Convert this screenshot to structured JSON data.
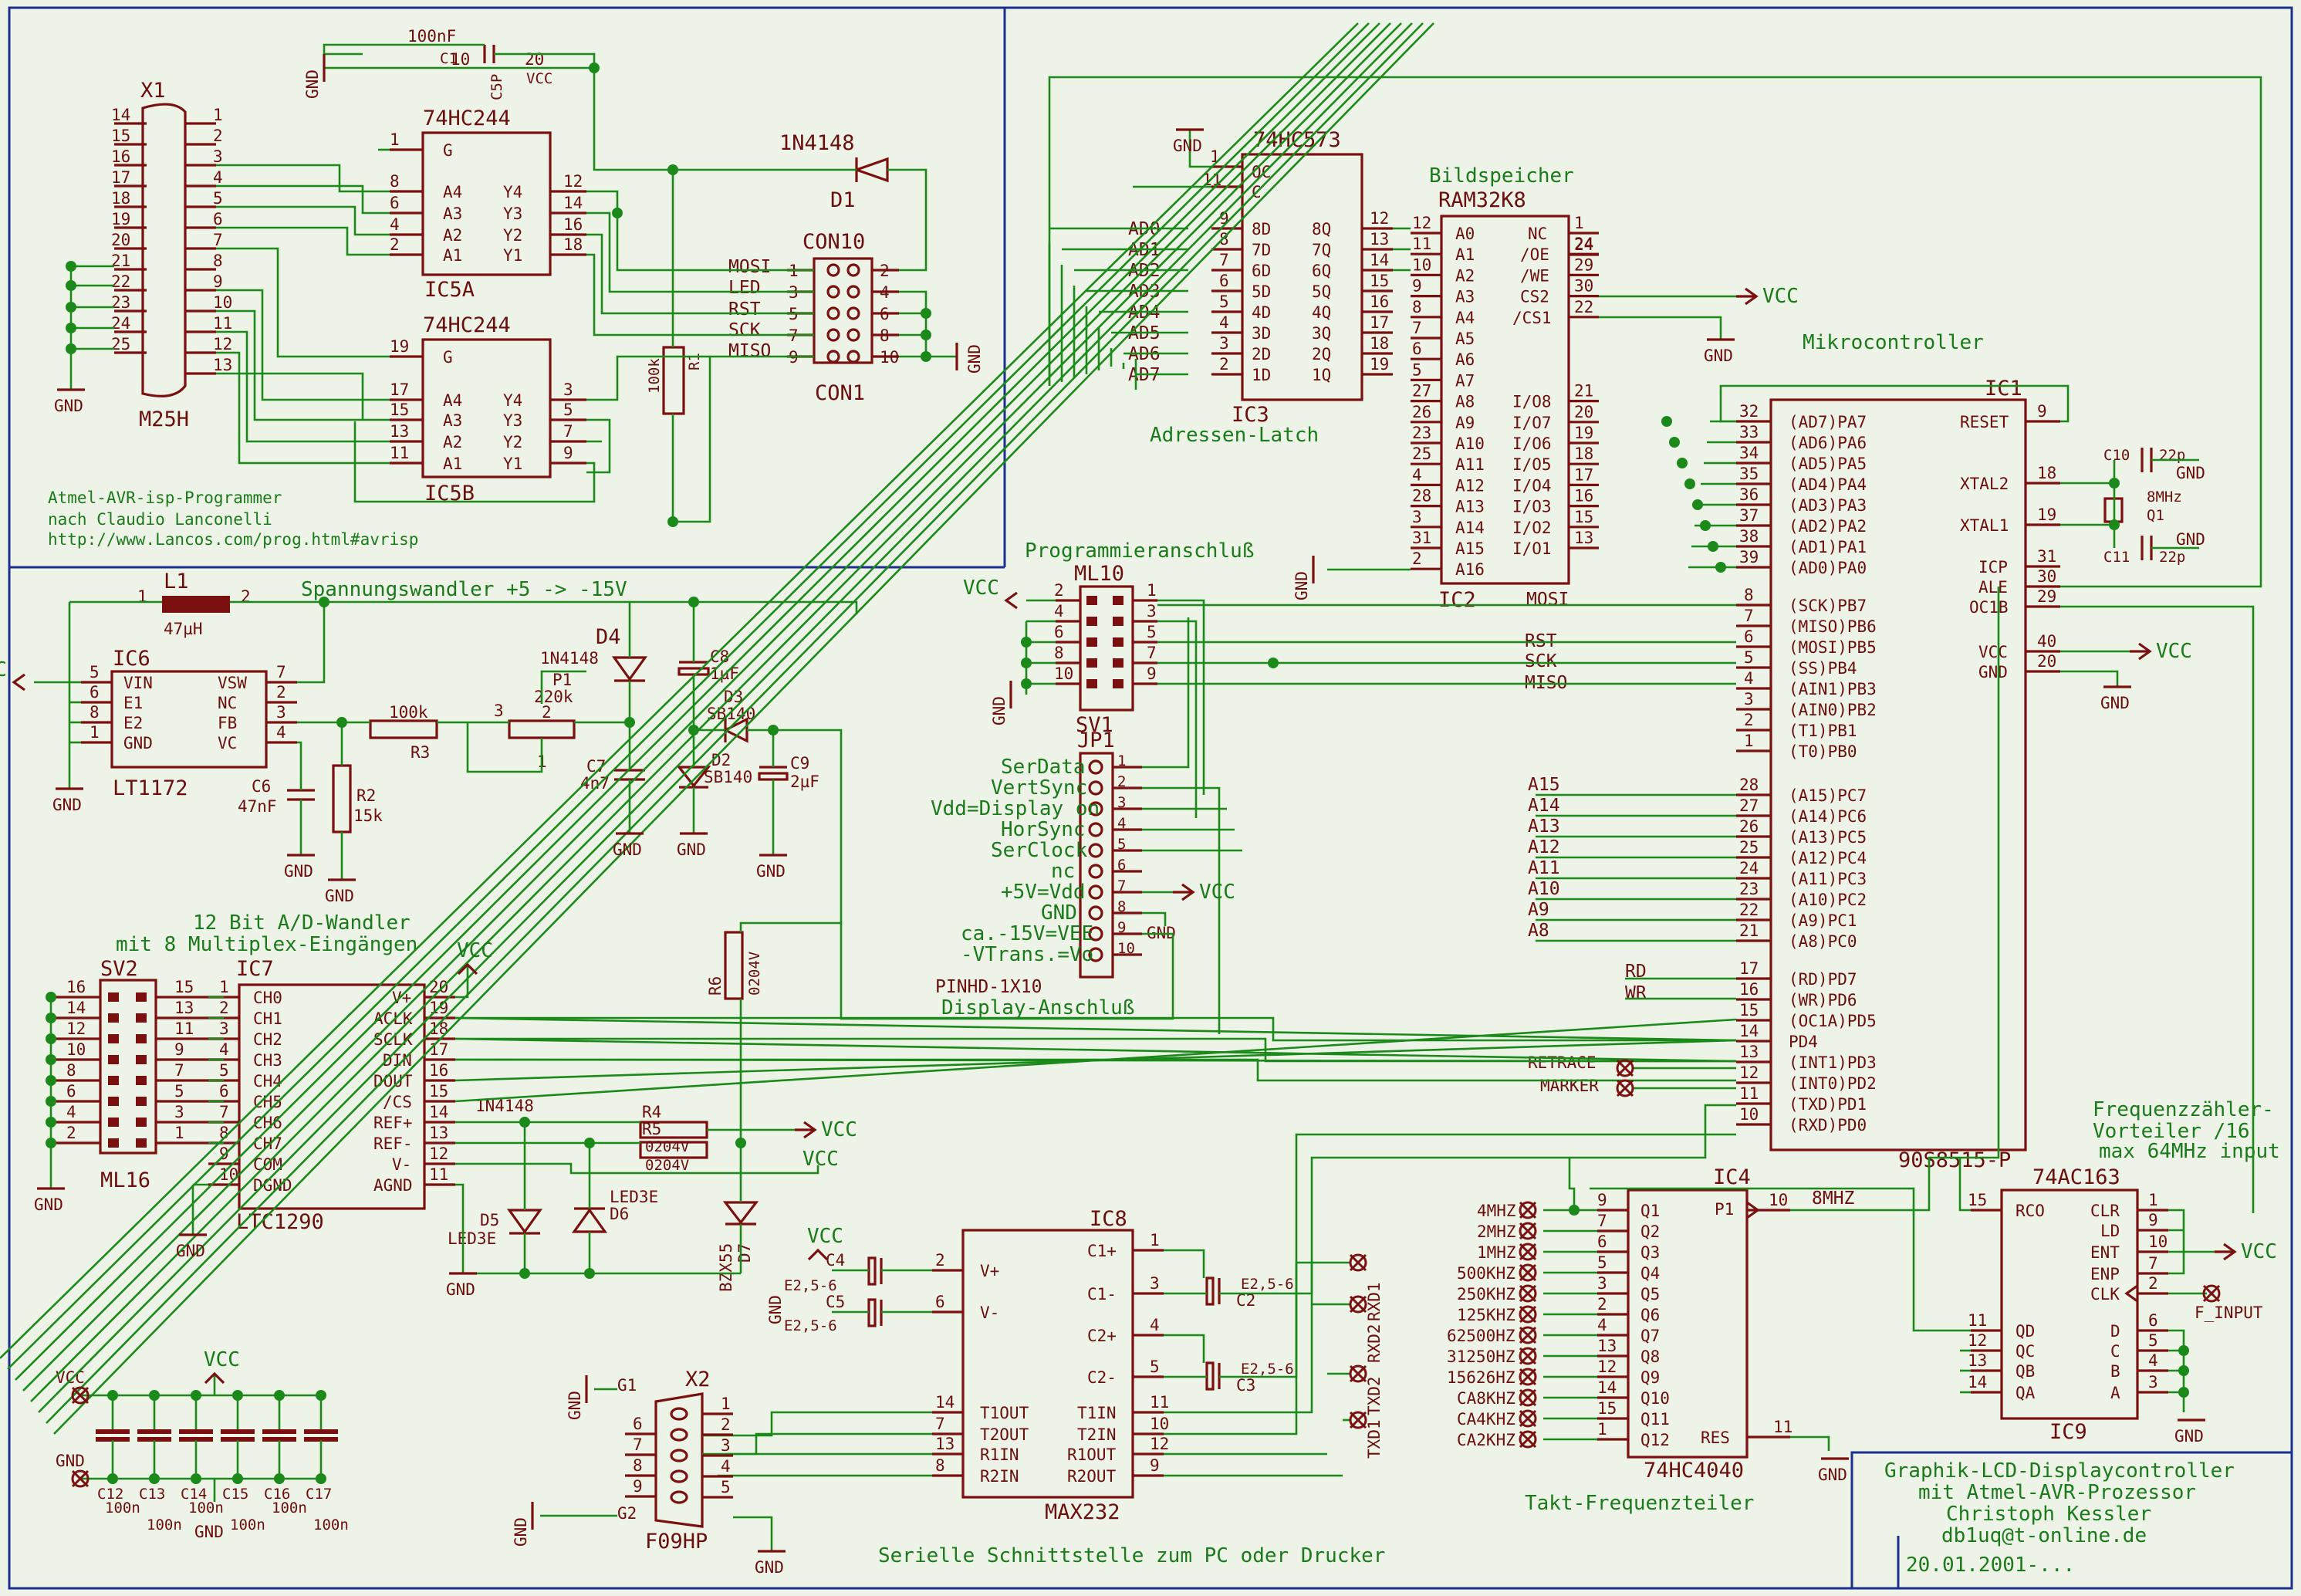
{
  "title_block": {
    "line1": "Graphik-LCD-Displaycontroller",
    "line2": "mit Atmel-AVR-Prozessor",
    "line3": "Christoph Kessler",
    "line4": "db1uq@t-online.de",
    "line5": "20.01.2001-..."
  },
  "notes": {
    "isp1": "Atmel-AVR-isp-Programmer",
    "isp2": "nach Claudio Lanconelli",
    "isp3": "http://www.Lancos.com/prog.html#avrisp",
    "psu": "Spannungswandler +5 -> -15V",
    "adc1": "12 Bit A/D-Wandler",
    "adc2": "mit 8 Multiplex-Eingängen",
    "prog": "Programmieranschluß",
    "display": "Display-Anschluß",
    "mcu": "Mikrocontroller",
    "latch": "Adressen-Latch",
    "mem": "Bildspeicher",
    "serial": "Serielle Schnittstelle zum PC oder Drucker",
    "divider": "Takt-Frequenzteiler",
    "freq1": "Frequenzzähler-",
    "freq2": "Vorteiler /16",
    "freq3": "max 64MHz input"
  },
  "parts": {
    "x1": "X1",
    "x1_type": "M25H",
    "ic5a": "IC5A",
    "ic5b": "IC5B",
    "hc244": "74HC244",
    "con10": "CON10",
    "con1": "CON1",
    "d1": "D1",
    "d1_type": "1N4148",
    "r1": "R1",
    "r1_val": "100k",
    "c1": "C1",
    "c1_val": "100nF",
    "c5p": "C5P",
    "ic3": "IC3",
    "hc573": "74HC573",
    "ic2": "IC2",
    "ram": "RAM32K8",
    "ic1": "IC1",
    "mcu_type": "90S8515-P",
    "ic6": "IC6",
    "lt1172": "LT1172",
    "l1": "L1",
    "l1_val": "47µH",
    "ic7": "IC7",
    "ltc1290": "LTC1290",
    "ic8": "IC8",
    "max232": "MAX232",
    "ic4": "IC4",
    "hc4040": "74HC4040",
    "ic9": "IC9",
    "ac163": "74AC163",
    "ml10": "ML10",
    "sv1": "SV1",
    "jp1": "JP1",
    "pinhd": "PINHD-1X10",
    "sv2": "SV2",
    "ml16": "ML16",
    "x2": "X2",
    "f09hp": "F09HP",
    "q1": "Q1",
    "q1_val": "8MHz",
    "r2": "R2",
    "r2_val": "15k",
    "r3": "R3",
    "r3_val": "100k",
    "p1": "P1",
    "p1_val": "220k",
    "r4": "R4",
    "r5": "R5",
    "r6": "R6",
    "r_val": "0204V",
    "c6": "C6",
    "c6_val": "47nF",
    "c7": "C7",
    "c7_val": "4n7",
    "c8": "C8",
    "c8_val": "1µF",
    "c9": "C9",
    "c9_val": "2µF",
    "d2": "D2",
    "d3": "D3",
    "sb140": "SB140",
    "d4": "D4",
    "d5": "D5",
    "d6": "D6",
    "led3e": "LED3E",
    "d7": "D7",
    "bzx55": "BZX55",
    "c10": "C10",
    "c11": "C11",
    "c22p": "22p",
    "c4": "C4",
    "c5": "C5",
    "c2": "C2",
    "c3": "C3",
    "e25": "E2,5-6",
    "c12": "C12",
    "c13": "C13",
    "c14": "C14",
    "c15": "C15",
    "c16": "C16",
    "c17": "C17",
    "c100n": "100n"
  },
  "power": {
    "vcc": "VCC",
    "gnd": "GND"
  },
  "nets": {
    "mosi": "MOSI",
    "led": "LED",
    "rst": "RST",
    "sck": "SCK",
    "miso": "MISO",
    "retrace": "RETRACE",
    "marker": "MARKER",
    "rd": "RD",
    "wr": "WR",
    "f_input": "F_INPUT",
    "mhz8": "8MHZ",
    "rxd1": "RXD1",
    "rxd2": "RXD2",
    "txd2": "TXD2",
    "txd1": "TXD1"
  },
  "ad_labels": [
    "AD0",
    "AD1",
    "AD2",
    "AD3",
    "AD4",
    "AD5",
    "AD6",
    "AD7"
  ],
  "a_labels": [
    "A15",
    "A14",
    "A13",
    "A12",
    "A11",
    "A10",
    "A9",
    "A8"
  ],
  "latch_in": [
    "8D",
    "7D",
    "6D",
    "5D",
    "4D",
    "3D",
    "2D",
    "1D"
  ],
  "latch_out": [
    "8Q",
    "7Q",
    "6Q",
    "5Q",
    "4Q",
    "3Q",
    "2Q",
    "1Q"
  ],
  "ram_left": [
    "A0",
    "A1",
    "A2",
    "A3",
    "A4",
    "A5",
    "A6",
    "A7",
    "A8",
    "A9",
    "A10",
    "A11",
    "A12",
    "A13",
    "A14",
    "A15",
    "A16"
  ],
  "ram_right": [
    "NC",
    "/OE",
    "/WE",
    "CS2",
    "/CS1",
    "",
    "",
    "",
    "I/O8",
    "I/O7",
    "I/O6",
    "I/O5",
    "I/O4",
    "I/O3",
    "I/O2",
    "I/O1"
  ],
  "mcu_pa": [
    "(AD7)PA7",
    "(AD6)PA6",
    "(AD5)PA5",
    "(AD4)PA4",
    "(AD3)PA3",
    "(AD2)PA2",
    "(AD1)PA1",
    "(AD0)PA0"
  ],
  "mcu_pb": [
    "(SCK)PB7",
    "(MISO)PB6",
    "(MOSI)PB5",
    "(SS)PB4",
    "(AIN1)PB3",
    "(AIN0)PB2",
    "(T1)PB1",
    "(T0)PB0"
  ],
  "mcu_pc": [
    "(A15)PC7",
    "(A14)PC6",
    "(A13)PC5",
    "(A12)PC4",
    "(A11)PC3",
    "(A10)PC2",
    "(A9)PC1",
    "(A8)PC0"
  ],
  "mcu_pd": [
    "(RD)PD7",
    "(WR)PD6",
    "(OC1A)PD5",
    "PD4",
    "(INT1)PD3",
    "(INT0)PD2",
    "(TXD)PD1",
    "(RXD)PD0"
  ],
  "mcu_right": [
    "RESET",
    "XTAL2",
    "XTAL1",
    "ICP",
    "ALE",
    "OC1B",
    "VCC",
    "GND"
  ],
  "display_pins": [
    "SerData",
    "VertSync",
    "Vdd=Display on",
    "HorSync",
    "SerClock",
    "nc",
    "+5V=Vdd",
    "GND",
    "ca.-15V=VEE",
    "-VTrans.=Vo"
  ],
  "adc_left": [
    "CH0",
    "CH1",
    "CH2",
    "CH3",
    "CH4",
    "CH5",
    "CH6",
    "CH7",
    "COM",
    "DGND"
  ],
  "adc_right": [
    "V+",
    "ACLK",
    "SCLK",
    "DIN",
    "DOUT",
    "/CS",
    "REF+",
    "REF-",
    "V-",
    "AGND"
  ],
  "ic6_left": [
    "VIN",
    "E1",
    "E2",
    "GND"
  ],
  "ic6_right": [
    "VSW",
    "NC",
    "FB",
    "VC"
  ],
  "max_left": [
    "V+",
    "V-",
    "T1OUT",
    "T2OUT",
    "R1IN",
    "R2IN"
  ],
  "max_right": [
    "C1+",
    "C1-",
    "C2+",
    "C2-",
    "T1IN",
    "T2IN",
    "R1OUT",
    "R2OUT"
  ],
  "div_labels": [
    "4MHZ",
    "2MHZ",
    "1MHZ",
    "500KHZ",
    "250KHZ",
    "125KHZ",
    "62500HZ",
    "31250HZ",
    "15626HZ",
    "CA8KHZ",
    "CA4KHZ",
    "CA2KHZ"
  ],
  "div_q": [
    "Q1",
    "Q2",
    "Q3",
    "Q4",
    "Q5",
    "Q6",
    "Q7",
    "Q8",
    "Q9",
    "Q10",
    "Q11",
    "Q12"
  ],
  "ac163_left": [
    "RCO",
    "QD",
    "QC",
    "QB",
    "QA"
  ],
  "ac163_right": [
    "CLR",
    "LD",
    "ENT",
    "ENP",
    "CLK",
    "D",
    "C",
    "B",
    "A"
  ],
  "hc244_left": [
    "G",
    "A4",
    "A3",
    "A2",
    "A1"
  ],
  "hc244_right": [
    "Y4",
    "Y3",
    "Y2",
    "Y1"
  ]
}
